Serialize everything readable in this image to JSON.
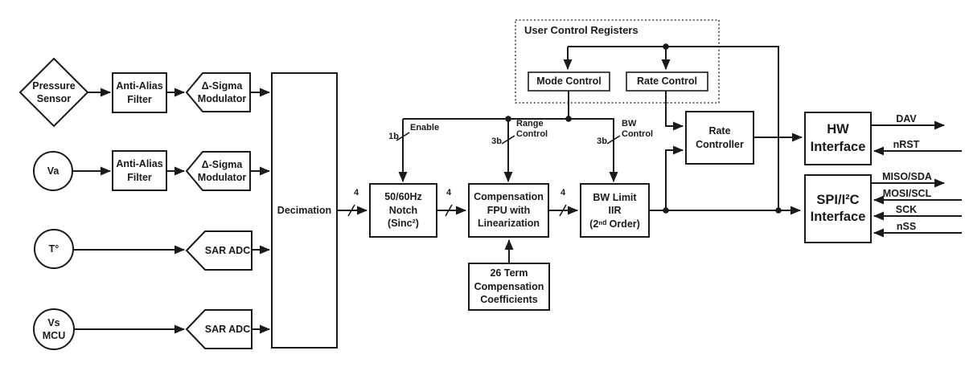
{
  "colors": {
    "ink": "#1a1a1a",
    "bg": "#ffffff"
  },
  "nodes": {
    "pressure_sensor": "Pressure\nSensor",
    "anti_alias_filter_1": "Anti-Alias\nFilter",
    "delta_sigma_modulator_1": "Δ-Sigma\nModulator",
    "va": "Va",
    "anti_alias_filter_2": "Anti-Alias\nFilter",
    "delta_sigma_modulator_2": "Δ-Sigma\nModulator",
    "temperature": "T°",
    "sar_adc_1": "SAR ADC",
    "vs_mcu": "Vs\nMCU",
    "sar_adc_2": "SAR ADC",
    "decimation": "Decimation",
    "notch_filter": "50/60Hz\nNotch\n(Sinc²)",
    "compensation_fpu": "Compensation\nFPU with\nLinearization",
    "bw_limit_iir": "BW Limit\nIIR\n(2ⁿᵈ Order)",
    "coefficients": "26 Term\nCompensation\nCoefficients",
    "user_control_registers": "User Control Registers",
    "mode_control": "Mode Control",
    "rate_control": "Rate Control",
    "rate_controller": "Rate\nController",
    "hw_interface": "HW\nInterface",
    "spi_interface": "SPI/I²C\nInterface"
  },
  "wire_labels": {
    "width_4_a": "4",
    "width_4_b": "4",
    "width_4_c": "4",
    "enable_width": "1b",
    "enable": "Enable",
    "range_width": "3b",
    "range": "Range\nControl",
    "bw_width": "3b",
    "bw": "BW\nControl"
  },
  "pins": {
    "dav": "DAV",
    "nrst": "nRST",
    "miso_sda": "MISO/SDA",
    "mosi_scl": "MOSI/SCL",
    "sck": "SCK",
    "nss": "nSS"
  }
}
